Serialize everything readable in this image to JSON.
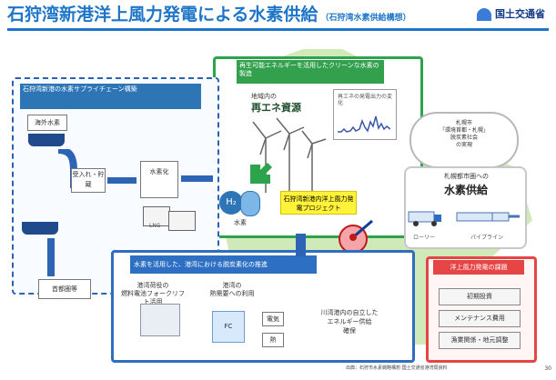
{
  "header": {
    "title": "石狩湾新港洋上風力発電による水素供給",
    "subtitle": "（石狩湾水素供給構想）",
    "org": "国土交通省"
  },
  "panels": {
    "green_title": "再生可能エネルギーを活用したクリーンな水素の製造",
    "left_title": "石狩湾新港の水素サプライチェーン構築",
    "blue_title": "水素を活用した、港湾における脱炭素化の推進",
    "red_title": "洋上風力発電の課題"
  },
  "labels": {
    "area_res": "地域内の",
    "area_res_big": "再エネ資源",
    "power_graph": "再エネの発電出力の変化",
    "h2": "H₂",
    "h2_label": "水素",
    "offshore": "石狩湾新港内洋上風力発電プロジェクト",
    "supply_small": "札幌都市圏への",
    "supply_big": "水素供給",
    "truck": "ローリー",
    "pipeline": "パイプライン",
    "cloud": "札幌市\n「環境首都・札幌」\n脱炭素社会\nの実現",
    "overseas": "海外水素",
    "storage": "受入れ・貯蔵",
    "hydrogen_gen": "水素化",
    "lng": "LNG",
    "demand": "首都圏等",
    "fc_use": "港湾荷役の\n燃料電池フォークリフト活用",
    "cogen": "港湾の\n熱需要への利用",
    "elec": "電気",
    "heat": "熱",
    "local_energy": "川湾港内の自立した\nエネルギー供給\n確保",
    "fc": "FC"
  },
  "issues": [
    "初期投資",
    "メンテナンス費用",
    "漁業関係・地元調整"
  ],
  "footer": "出典：石狩市水素戦略構想 国土交通省港湾局資料",
  "page_number": "30",
  "colors": {
    "accent": "#1f76c8",
    "green": "#2ea34e",
    "red": "#e64545",
    "map": "#cfe9b8"
  }
}
